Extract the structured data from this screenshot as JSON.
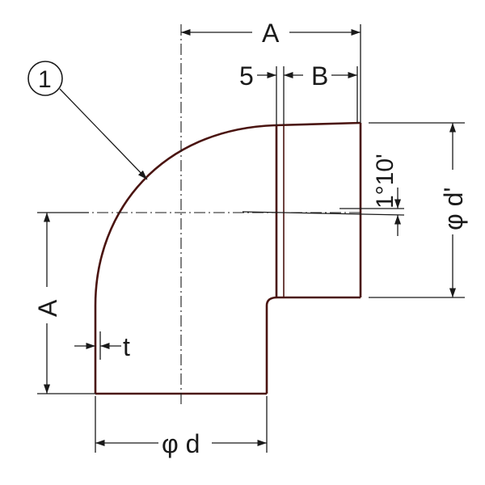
{
  "labels": {
    "dim_A_top": "A",
    "dim_A_left": "A",
    "dim_5": "5",
    "dim_B": "B",
    "dim_t": "t",
    "dim_phi_d": "φ d",
    "dim_phi_d_prime": "φ d'",
    "angle": "1°10'",
    "part_number": "1"
  },
  "colors": {
    "outline": "#4a1410",
    "dimension": "#1a1a1a",
    "background": "#ffffff"
  }
}
